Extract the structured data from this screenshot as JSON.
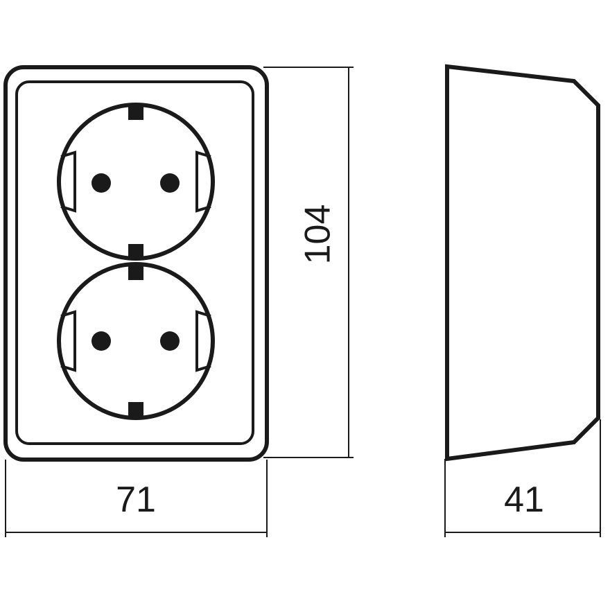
{
  "dimensions": {
    "height_label": "104",
    "front_width_label": "71",
    "side_depth_label": "41"
  },
  "colors": {
    "line": "#1a1a1a",
    "background": "#ffffff"
  }
}
